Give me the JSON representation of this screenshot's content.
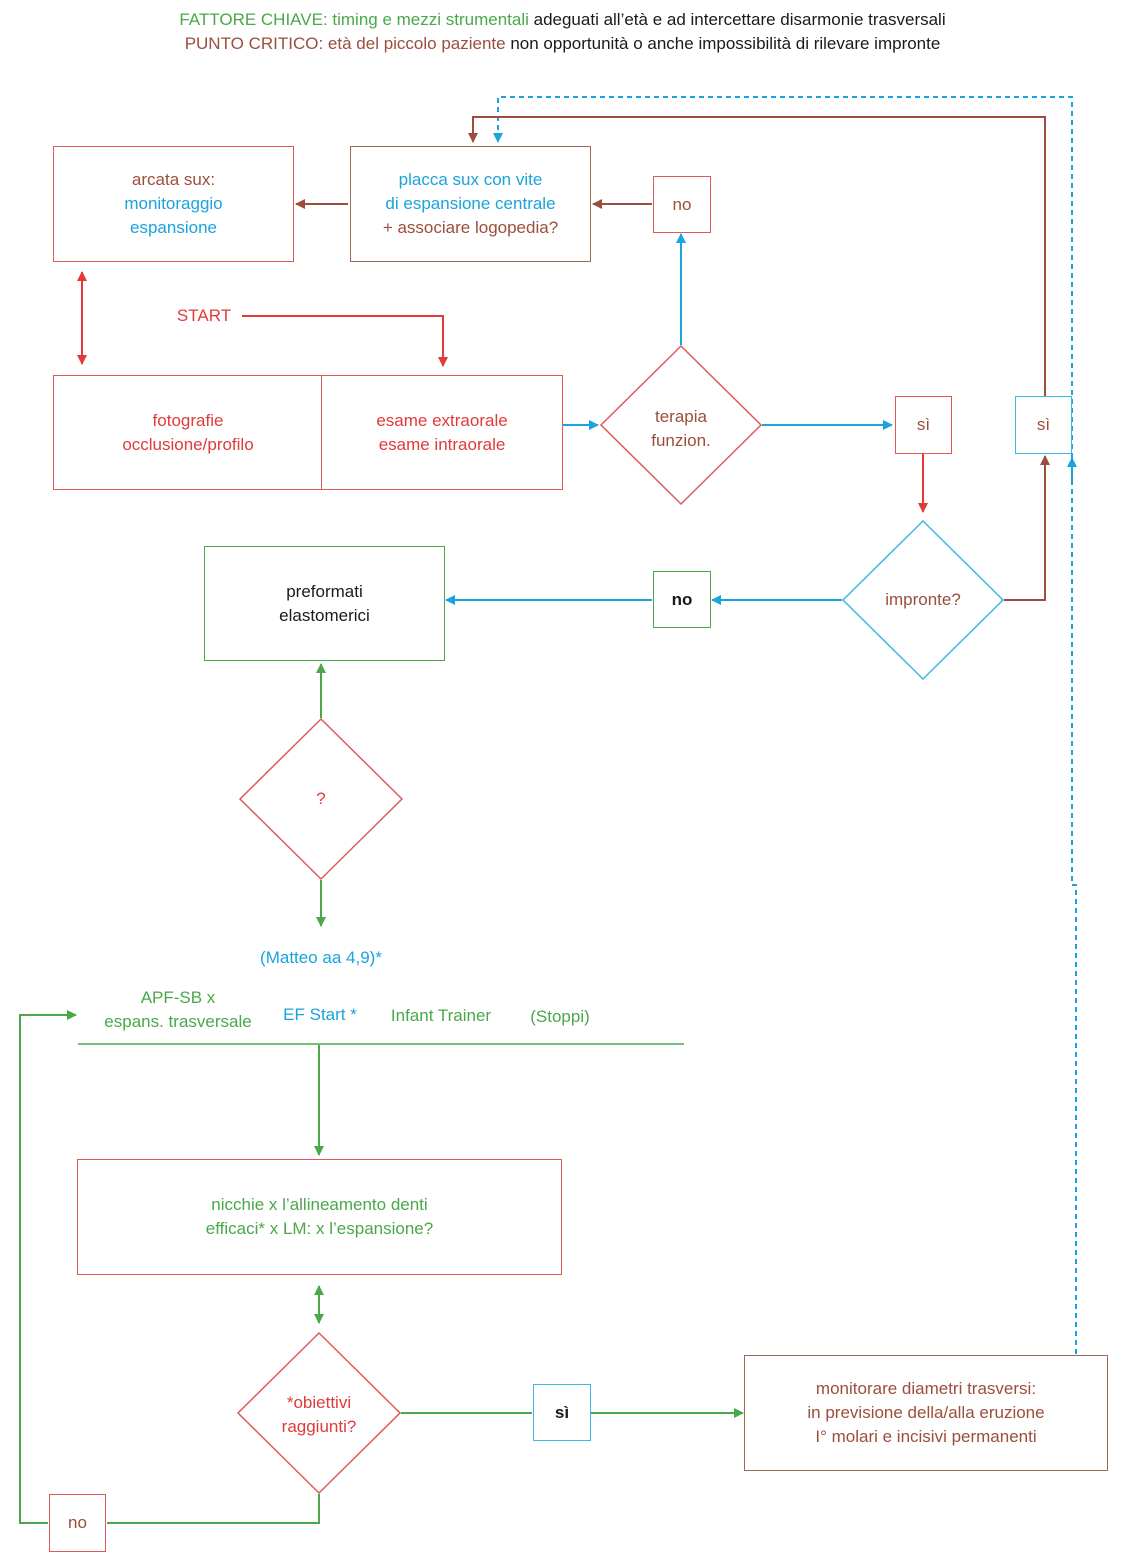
{
  "header": {
    "line1_a": "FATTORE CHIAVE: timing e mezzi strumentali",
    "line1_b": " adeguati all’età e ad intercettare disarmonie trasversali",
    "line2_a": "PUNTO CRITICO: età del piccolo paziente",
    "line2_b": " non opportunità o anche impossibilità di rilevare impronte"
  },
  "nodes": {
    "arcata": {
      "l1": "arcata sux:",
      "l2": "monitoraggio",
      "l3": "espansione"
    },
    "placca": {
      "l1": "placca sux con vite",
      "l2": "di espansione centrale",
      "l3": "+ associare logopedia?"
    },
    "no_top": "no",
    "start": "START",
    "fotografie": {
      "l1": "fotografie",
      "l2": "occlusione/profilo"
    },
    "esame": {
      "l1": "esame extraorale",
      "l2": "esame intraorale"
    },
    "terapia": {
      "l1": "terapia",
      "l2": "funzion."
    },
    "si_mid": "sì",
    "si_right": "sì",
    "impronte": "impronte?",
    "no_mid": "no",
    "preformati": {
      "l1": "preformati",
      "l2": "elastomerici"
    },
    "question": "?",
    "matteo": "(Matteo aa 4,9)*",
    "devices": {
      "apf_l1": "APF-SB x",
      "apf_l2": "espans. trasversale",
      "ef": "EF Start *",
      "infant": "Infant Trainer",
      "stoppi": "(Stoppi)"
    },
    "nicchie": {
      "l1": "nicchie x l’allineamento denti",
      "l2": "efficaci* x LM: x l’espansione?"
    },
    "obiettivi": {
      "l1": "*obiettivi",
      "l2": "raggiunti?"
    },
    "si_bottom": "sì",
    "monitorare": {
      "l1": "monitorare diametri trasversi:",
      "l2": "in previsione della/alla eruzione",
      "l3": "I° molari e incisivi permanenti"
    },
    "no_bottom": "no"
  },
  "colors": {
    "red": "#e03a3a",
    "green": "#4aa84a",
    "blue": "#1aa3dc",
    "brown": "#9c4e3c"
  }
}
